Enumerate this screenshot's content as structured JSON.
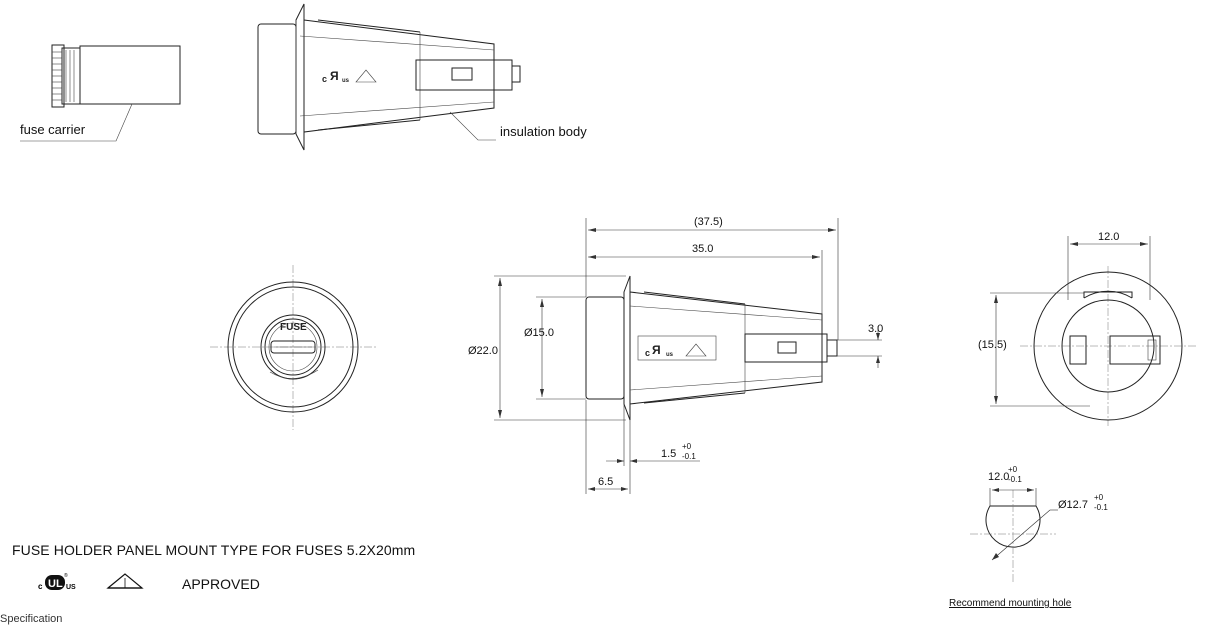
{
  "labels": {
    "fuse_carrier": "fuse carrier",
    "insulation_body": "insulation body",
    "fuse_text": "FUSE",
    "title": "FUSE HOLDER PANEL MOUNT TYPE FOR FUSES 5.2X20mm",
    "approved": "APPROVED",
    "mount_caption": "Recommend mounting hole",
    "specification": "Specification"
  },
  "icons": {
    "ul": "ul-certification-icon",
    "vde": "vde-certification-icon"
  },
  "dimensions": {
    "overall_length": "(37.5)",
    "body_length": "35.0",
    "flange_dia": "Ø22.0",
    "body_dia": "Ø15.0",
    "terminal_width": "3.0",
    "flange_thickness": "6.5",
    "panel_gap_base": "1.5",
    "panel_gap_tol_upper": "+0",
    "panel_gap_tol_lower": "-0.1",
    "end_width": "12.0",
    "end_height": "(15.5)",
    "hole_flat_base": "12.0",
    "hole_flat_tol_upper": "+0",
    "hole_flat_tol_lower": "-0.1",
    "hole_dia_base": "Ø12.7",
    "hole_dia_tol_upper": "+0",
    "hole_dia_tol_lower": "-0.1"
  },
  "colors": {
    "line": "#222222",
    "background": "#ffffff"
  }
}
